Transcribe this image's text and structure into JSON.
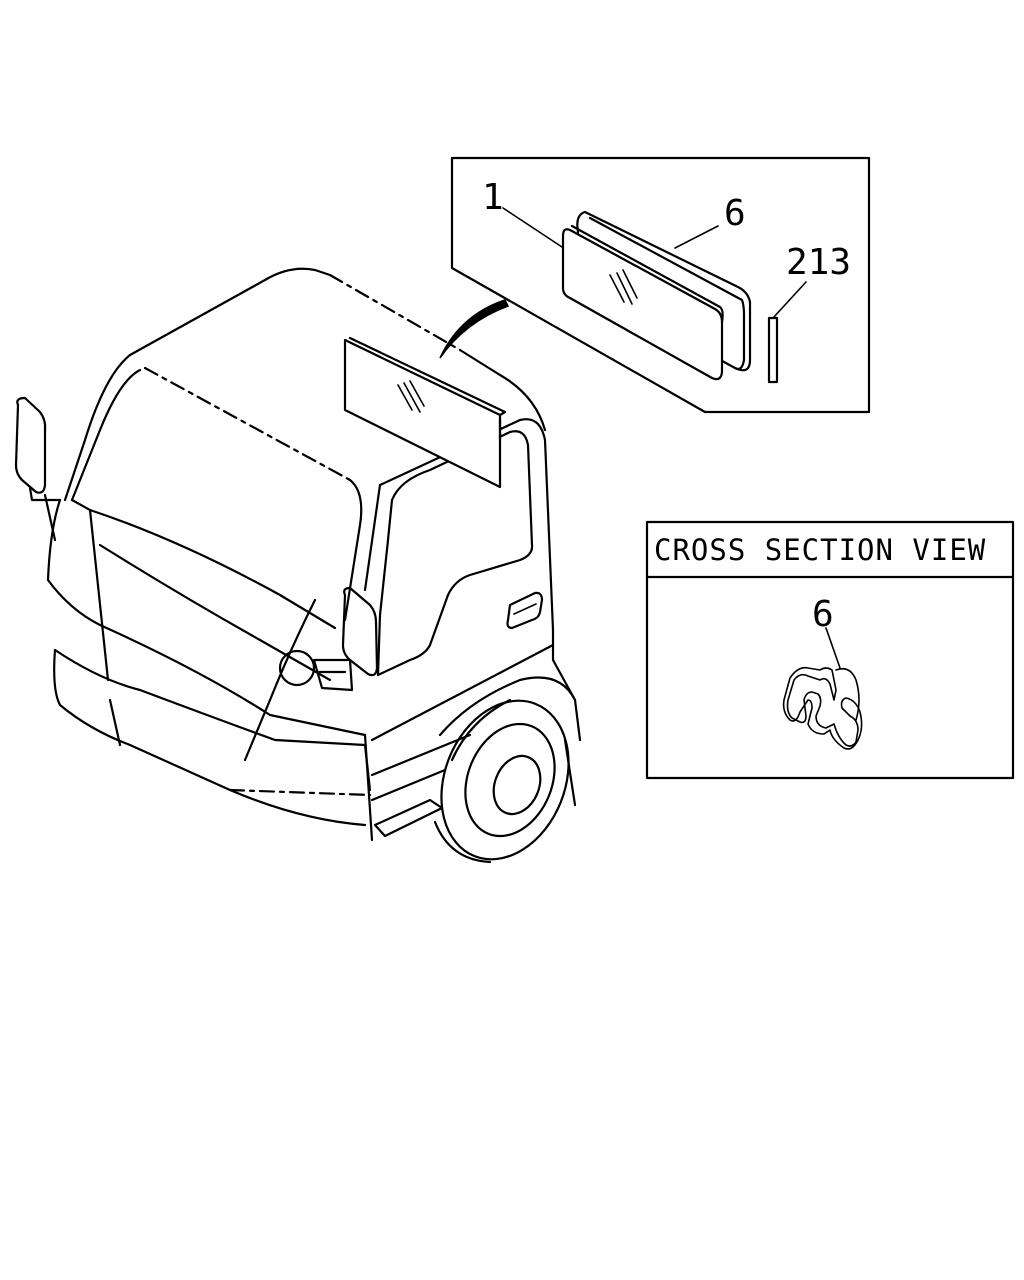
{
  "callouts": {
    "glass": "1",
    "weatherstrip": "6",
    "sealant": "213",
    "section_weatherstrip": "6"
  },
  "cross_section": {
    "title": "CROSS SECTION VIEW"
  }
}
